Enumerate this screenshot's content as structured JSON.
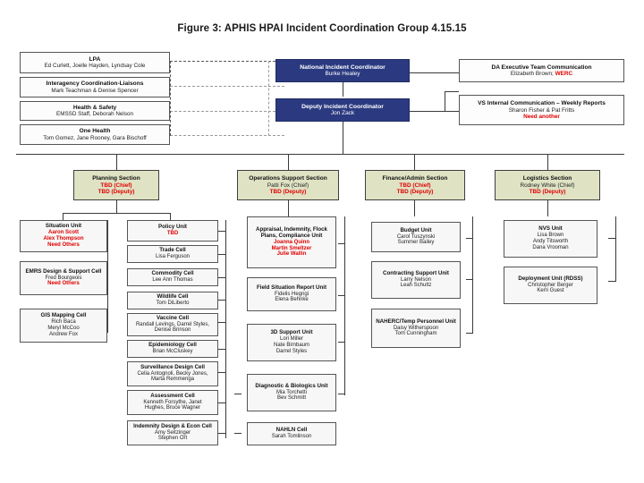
{
  "figure": {
    "title": "Figure 3: APHIS HPAI Incident Coordination Group 4.15.15"
  },
  "advisory": [
    {
      "title": "LPA",
      "lines": [
        "Ed Curlett, Joelle Hayden, Lyndsay Cole"
      ]
    },
    {
      "title": "Interagency Coordination-Liaisons",
      "lines": [
        "Mark Teachman & Denise Spencer"
      ]
    },
    {
      "title": "Health & Safety",
      "lines": [
        "EMSSD Staff, Deborah Nelson"
      ]
    },
    {
      "title": "One Health",
      "lines": [
        "Tom Gomez, Jane Rooney, Gara Bischoff"
      ]
    }
  ],
  "command": {
    "national": {
      "title": "National Incident Coordinator",
      "lines": [
        "Burke Healey"
      ]
    },
    "deputy": {
      "title": "Deputy Incident Coordinator",
      "lines": [
        "Jon Zack"
      ]
    }
  },
  "communication": [
    {
      "title": "DA Executive Team Communication",
      "lines": [
        {
          "text": "Elizabeth Brown; ",
          "red": false
        },
        {
          "text": "WERC",
          "red": true
        }
      ]
    },
    {
      "title": "VS Internal Communication – Weekly Reports",
      "lines": [
        {
          "text": "Sharon Fisher & Pat Fritts",
          "red": false
        },
        {
          "text": "Need another",
          "red": true
        }
      ]
    }
  ],
  "sections": [
    {
      "name": "planning",
      "title": "Planning Section",
      "lines": [
        {
          "text": "TBD (Chief)",
          "red": true
        },
        {
          "text": "TBD (Deputy)",
          "red": true
        }
      ]
    },
    {
      "name": "operations",
      "title": "Operations Support Section",
      "lines": [
        {
          "text": "Patti Fox (Chief)",
          "red": false
        },
        {
          "text": "TBD (Deputy)",
          "red": true
        }
      ]
    },
    {
      "name": "finance",
      "title": "Finance/Admin Section",
      "lines": [
        {
          "text": "TBD (Chief)",
          "red": true
        },
        {
          "text": "TBD (Deputy)",
          "red": true
        }
      ]
    },
    {
      "name": "logistics",
      "title": "Logistics Section",
      "lines": [
        {
          "text": "Rodney White (Chief)",
          "red": false
        },
        {
          "text": "TBD (Deputy)",
          "red": true
        }
      ]
    }
  ],
  "columns": {
    "planning_left": [
      {
        "title": "Situation Unit",
        "lines": [
          {
            "text": "Aaron Scott",
            "red": true
          },
          {
            "text": "Alex Thompson",
            "red": true
          },
          {
            "text": "Need Others",
            "red": true
          }
        ]
      },
      {
        "title": "EMRS Design & Support Cell",
        "lines": [
          {
            "text": "Fred Bourgeois",
            "red": false
          },
          {
            "text": "Need Others",
            "red": true
          }
        ]
      },
      {
        "title": "GIS Mapping Cell",
        "lines": [
          {
            "text": "Rich Baca",
            "red": false
          },
          {
            "text": "Meryl McCoo",
            "red": false
          },
          {
            "text": "Andrew Fox",
            "red": false
          }
        ]
      }
    ],
    "planning_right": [
      {
        "title": "Policy Unit",
        "lines": [
          {
            "text": "TBD",
            "red": true
          }
        ]
      },
      {
        "title": "Trade Cell",
        "lines": [
          {
            "text": "Lisa Ferguson",
            "red": false
          }
        ]
      },
      {
        "title": "Commodity Cell",
        "lines": [
          {
            "text": "Lee Ann Thomas",
            "red": false
          }
        ]
      },
      {
        "title": "Wildlife Cell",
        "lines": [
          {
            "text": "Tom DiLiberto",
            "red": false
          }
        ]
      },
      {
        "title": "Vaccine Cell",
        "lines": [
          {
            "text": "Randall Levings, Darrel Styles,",
            "red": false
          },
          {
            "text": "Denise Brinson",
            "red": false
          }
        ]
      },
      {
        "title": "Epidemiology Cell",
        "lines": [
          {
            "text": "Brian McCluskey",
            "red": false
          }
        ]
      },
      {
        "title": "Surveillance Design Cell",
        "lines": [
          {
            "text": "Celia Antognoli, Becky Jones,",
            "red": false
          },
          {
            "text": "Marta Remmenga",
            "red": false
          }
        ]
      },
      {
        "title": "Assessment Cell",
        "lines": [
          {
            "text": "Kenneth Forsythe, Janet",
            "red": false
          },
          {
            "text": "Hughes, Bruce Wagner",
            "red": false
          }
        ]
      },
      {
        "title": "Indemnity Design & Econ Cell",
        "lines": [
          {
            "text": "Amy Seitzinger",
            "red": false
          },
          {
            "text": "Stephen Ort",
            "red": false
          }
        ]
      }
    ],
    "operations": [
      {
        "title": "Appraisal, Indemnity, Flock Plans, Compliance Unit",
        "lines": [
          {
            "text": "Joanna Quinn",
            "red": true
          },
          {
            "text": "Martin Smeltzer",
            "red": true
          },
          {
            "text": "Julie Wallin",
            "red": true
          }
        ]
      },
      {
        "title": "Field Situation Report Unit",
        "lines": [
          {
            "text": "Fidelis Hegngi",
            "red": false
          },
          {
            "text": "Elena Behnke",
            "red": false
          }
        ]
      },
      {
        "title": "3D Support Unit",
        "lines": [
          {
            "text": "Lori Miller",
            "red": false
          },
          {
            "text": "Nate Birnbaum",
            "red": false
          },
          {
            "text": "Darrel Styles",
            "red": false
          }
        ]
      },
      {
        "title": "Diagnostic & Biologics Unit",
        "lines": [
          {
            "text": "Mia Torchetti",
            "red": false
          },
          {
            "text": "Bev Schmitt",
            "red": false
          }
        ]
      },
      {
        "title": "NAHLN Cell",
        "lines": [
          {
            "text": "Sarah Tomlinson",
            "red": false
          }
        ]
      }
    ],
    "finance": [
      {
        "title": "Budget Unit",
        "lines": [
          {
            "text": "Carol Tuszynski",
            "red": false
          },
          {
            "text": "Summer Bailey",
            "red": false
          }
        ]
      },
      {
        "title": "Contracting Support Unit",
        "lines": [
          {
            "text": "Larry Nelson",
            "red": false
          },
          {
            "text": "Leah Schultz",
            "red": false
          }
        ]
      },
      {
        "title": "NAHERC/Temp Personnel Unit",
        "lines": [
          {
            "text": "Daisy Witherspoon",
            "red": false
          },
          {
            "text": "Tom Cunningham",
            "red": false
          }
        ]
      }
    ],
    "logistics": [
      {
        "title": "NVS Unit",
        "lines": [
          {
            "text": "Lisa Brown",
            "red": false
          },
          {
            "text": "Andy Titsworth",
            "red": false
          },
          {
            "text": "Dana Vrooman",
            "red": false
          }
        ]
      },
      {
        "title": "Deployment Unit (RDSS)",
        "lines": [
          {
            "text": "Christopher Berger",
            "red": false
          },
          {
            "text": "Kerri Guest",
            "red": false
          }
        ]
      }
    ]
  }
}
